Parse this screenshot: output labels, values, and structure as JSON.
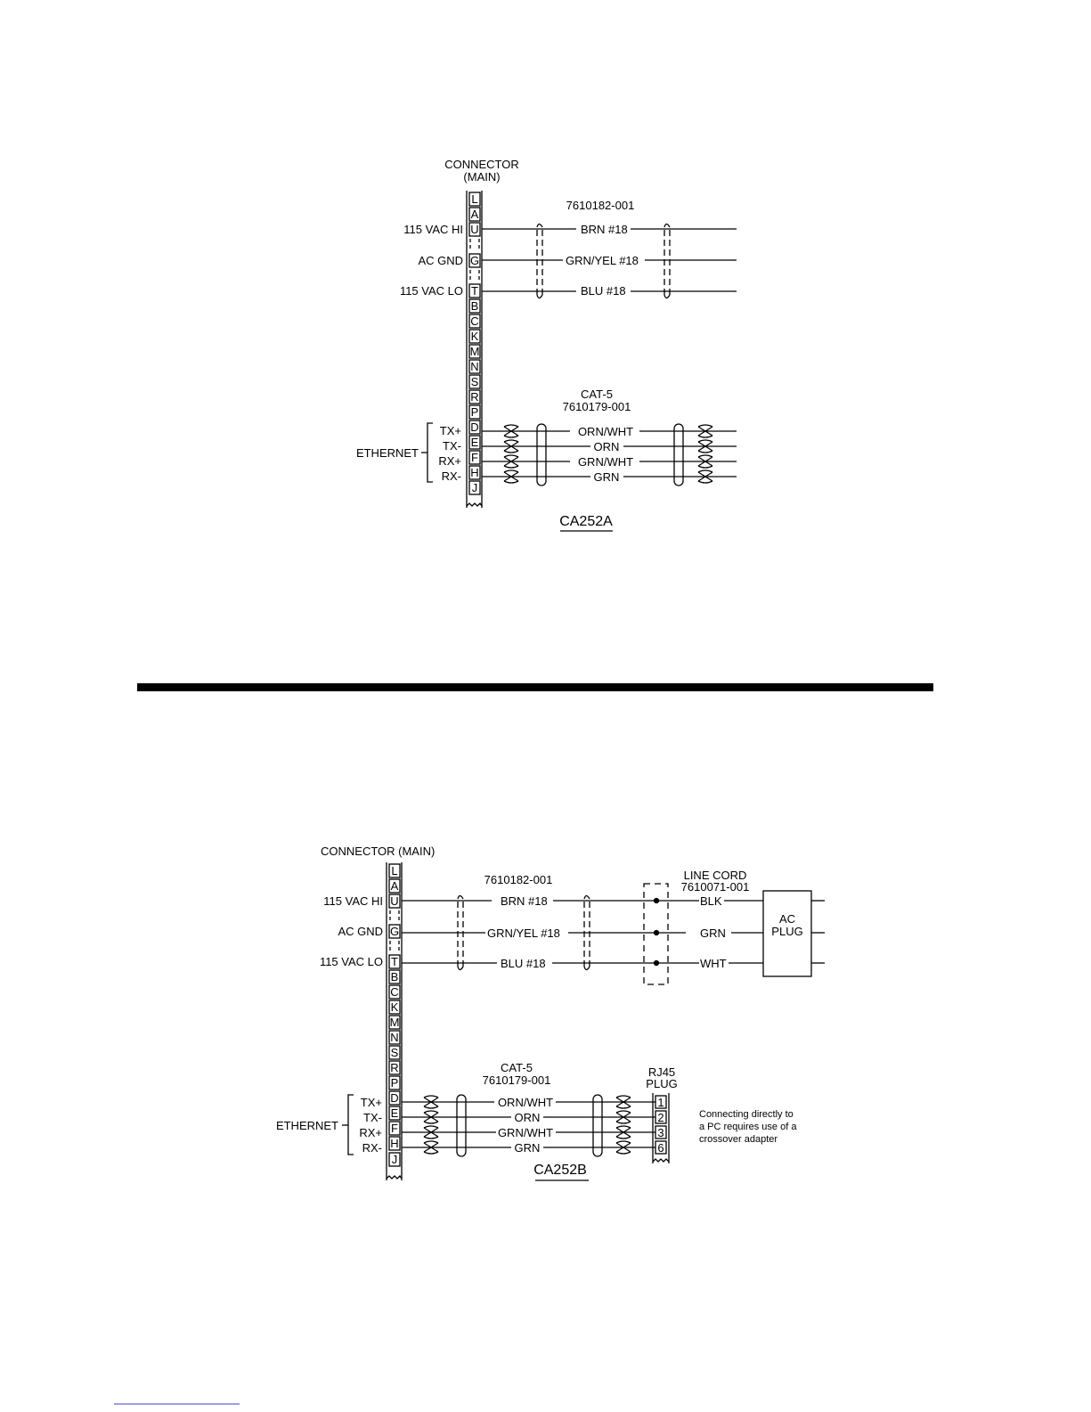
{
  "diagram_a": {
    "connector_title_1": "CONNECTOR",
    "connector_title_2": "(MAIN)",
    "pins": [
      "L",
      "A",
      "U",
      "G",
      "T",
      "B",
      "C",
      "K",
      "M",
      "N",
      "S",
      "R",
      "P",
      "D",
      "E",
      "F",
      "H",
      "J"
    ],
    "power_labels": [
      "115  VAC  HI",
      "AC  GND",
      "115  VAC  LO"
    ],
    "power_cable_part": "7610182-001",
    "power_wires": [
      "BRN  #18",
      "GRN/YEL  #18",
      "BLU  #18"
    ],
    "eth_cable_1": "CAT-5",
    "eth_cable_2": "7610179-001",
    "eth_signals": [
      "TX+",
      "TX-",
      "RX+",
      "RX-"
    ],
    "eth_group_label": "ETHERNET",
    "eth_wires": [
      "ORN/WHT",
      "ORN",
      "GRN/WHT",
      "GRN"
    ],
    "caption": "CA252A"
  },
  "diagram_b": {
    "connector_title": "CONNECTOR  (MAIN)",
    "pins": [
      "L",
      "A",
      "U",
      "G",
      "T",
      "B",
      "C",
      "K",
      "M",
      "N",
      "S",
      "R",
      "P",
      "D",
      "E",
      "F",
      "H",
      "J"
    ],
    "power_labels": [
      "115  VAC  HI",
      "AC  GND",
      "115  VAC  LO"
    ],
    "power_cable_part": "7610182-001",
    "power_wires": [
      "BRN  #18",
      "GRN/YEL  #18",
      "BLU  #18"
    ],
    "line_cord_1": "LINE  CORD",
    "line_cord_2": "7610071-001",
    "cord_wires": [
      "BLK",
      "GRN",
      "WHT"
    ],
    "ac_plug_1": "AC",
    "ac_plug_2": "PLUG",
    "eth_cable_1": "CAT-5",
    "eth_cable_2": "7610179-001",
    "eth_signals": [
      "TX+",
      "TX-",
      "RX+",
      "RX-"
    ],
    "eth_group_label": "ETHERNET",
    "eth_wires": [
      "ORN/WHT",
      "ORN",
      "GRN/WHT",
      "GRN"
    ],
    "rj45_1": "RJ45",
    "rj45_2": "PLUG",
    "rj45_pins": [
      "1",
      "2",
      "3",
      "6"
    ],
    "note_lines": [
      "Connecting directly to",
      "a PC requires use of a",
      "crossover adapter"
    ],
    "caption": "CA252B"
  }
}
